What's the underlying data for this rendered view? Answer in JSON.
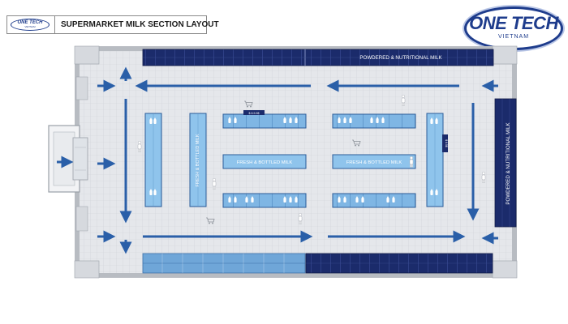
{
  "header": {
    "logo_text": "ONE TECH",
    "logo_sub": "VIETNAM",
    "title": "SUPERMARKET MILK SECTION LAYOUT"
  },
  "brand": {
    "name": "ONE TECH",
    "sub": "VIETNAM"
  },
  "sections": {
    "top_wall": "POWDERED & NUTRITIONAL MILK",
    "right_wall": "POWDERED & NUTRITIONAL MILK",
    "left_vertical": "FRESH & BOTTLED MILK",
    "island_top_left": "FRESH & BOTTLED MILK",
    "island_top_right": "FRESH & BOTTLED MILK",
    "price_tag_left": "$ 8.5.5$",
    "price_tag_right": "$ 8.5$"
  },
  "colors": {
    "navy": "#1b2b6b",
    "fridge_blue": "#8fc4ec",
    "arrow_blue": "#2a5fa8",
    "floor": "#e4e6ea",
    "wall": "#b8bcc2"
  }
}
